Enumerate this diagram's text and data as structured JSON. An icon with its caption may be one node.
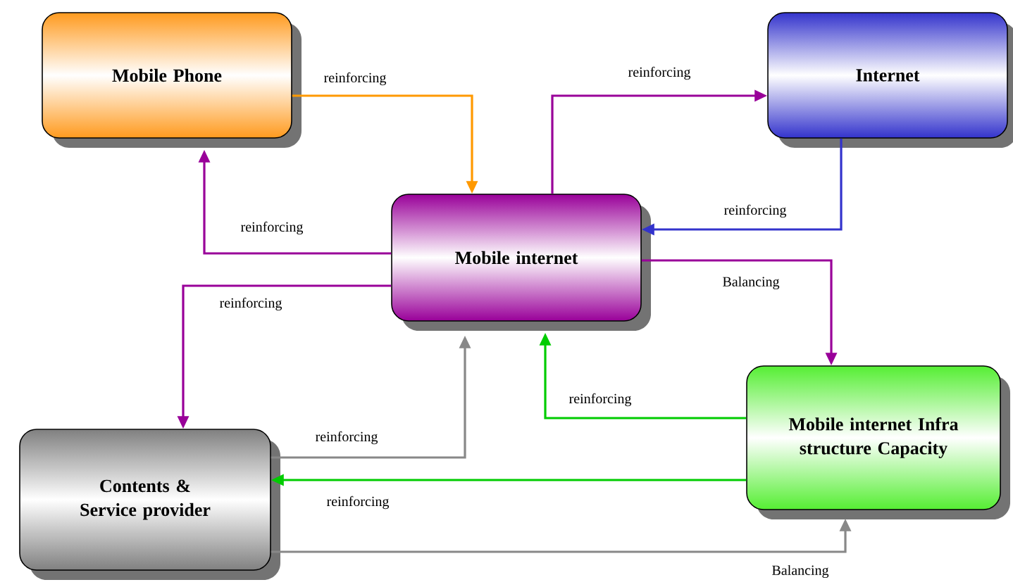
{
  "diagram": {
    "nodes": [
      {
        "text": [
          "Mobile Phone"
        ]
      },
      {
        "text": [
          "Internet"
        ]
      },
      {
        "text": [
          "Mobile internet"
        ]
      },
      {
        "text": [
          "Mobile internet Infra structure Capacity"
        ]
      },
      {
        "text": [
          "Contents & Service provider"
        ]
      }
    ],
    "edges": [
      {
        "from": 0,
        "to": 2,
        "arrow": "to",
        "label": "reinforcing",
        "color": "#ff9900"
      },
      {
        "from": 2,
        "to": 1,
        "arrow": "to",
        "label": "reinforcing"
      },
      {
        "from": 1,
        "to": 2,
        "arrow": "to",
        "label": "reinforcing",
        "color": "#3333cc"
      },
      {
        "from": 2,
        "to": 0,
        "arrow": "to",
        "label": "reinforcing"
      },
      {
        "from": 2,
        "to": 4,
        "arrow": "to",
        "label": "reinforcing"
      },
      {
        "from": 2,
        "to": 3,
        "arrow": "to",
        "label": "Balancing"
      },
      {
        "from": 4,
        "to": 2,
        "arrow": "to",
        "label": "reinforcing",
        "color": "#888888"
      },
      {
        "from": 3,
        "to": 2,
        "arrow": "to",
        "label": "reinforcing",
        "color": "#00cc00"
      },
      {
        "from": 3,
        "to": 4,
        "arrow": "to",
        "label": "reinforcing",
        "color": "#00cc00"
      },
      {
        "from": 4,
        "to": 3,
        "arrow": "to",
        "label": "Balancing",
        "color": "#888888"
      }
    ]
  }
}
